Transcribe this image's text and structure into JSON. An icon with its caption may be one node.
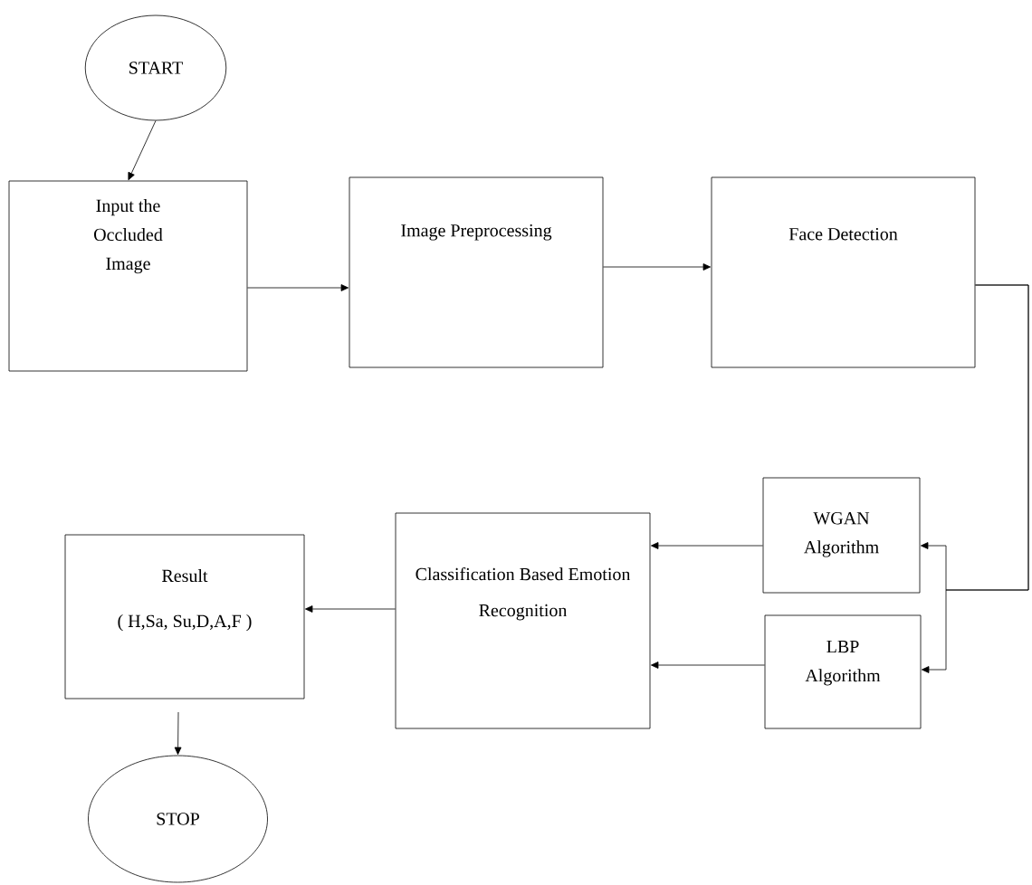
{
  "diagram": {
    "nodes": [
      {
        "text": [
          "START"
        ]
      },
      {
        "text": [
          "Input the Occluded Image"
        ]
      },
      {
        "text": [
          "Image Preprocessing"
        ]
      },
      {
        "text": [
          "Face Detection"
        ]
      },
      {
        "text": [
          "WGAN Algorithm"
        ]
      },
      {
        "text": [
          "LBP Algorithm"
        ]
      },
      {
        "text": [
          "Classification Based Emotion Recognition"
        ]
      },
      {
        "text": [
          "Result",
          "( H,Sa, Su,D,A,F )"
        ]
      },
      {
        "text": [
          "STOP"
        ]
      }
    ],
    "edges": [
      {
        "from": 0,
        "to": 1,
        "arrow": "to"
      },
      {
        "from": 1,
        "to": 2,
        "arrow": "to"
      },
      {
        "from": 2,
        "to": 3,
        "arrow": "to"
      },
      {
        "from": 3,
        "to": 4,
        "arrow": "to"
      },
      {
        "from": 3,
        "to": 5,
        "arrow": "to"
      },
      {
        "from": 4,
        "to": 6,
        "arrow": "to"
      },
      {
        "from": 5,
        "to": 6,
        "arrow": "to"
      },
      {
        "from": 6,
        "to": 7,
        "arrow": "to"
      },
      {
        "from": 7,
        "to": 8,
        "arrow": "to"
      }
    ]
  }
}
